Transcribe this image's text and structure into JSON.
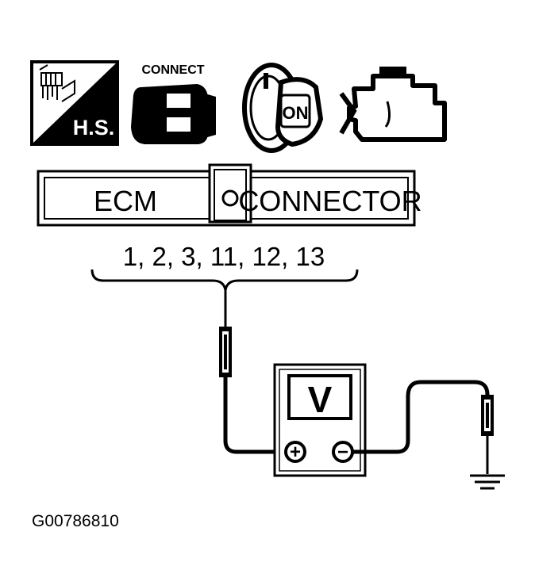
{
  "icons": {
    "hot_soak": {
      "label": "H.S."
    },
    "connect": {
      "label": "CONNECT"
    },
    "ignition": {
      "label": "ON"
    },
    "engine": {
      "label": ""
    }
  },
  "ecm_connector": {
    "left_label": "ECM",
    "right_label": "CONNECTOR",
    "terminals": "1, 2, 3, 11, 12, 13"
  },
  "voltmeter": {
    "display": "V",
    "positive": "+",
    "negative": "−"
  },
  "figure_code": "G00786810"
}
